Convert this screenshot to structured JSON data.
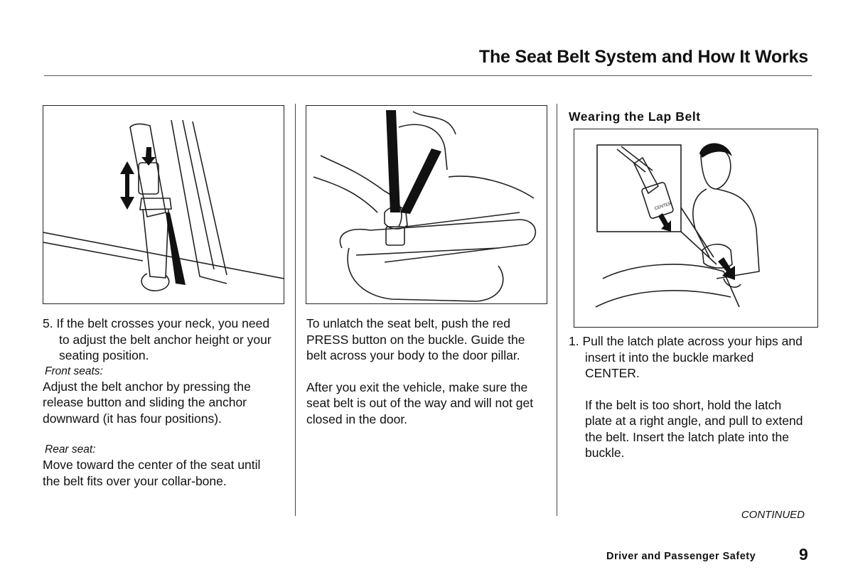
{
  "header": {
    "title": "The Seat Belt System and How It Works"
  },
  "col1": {
    "step": "5. If the belt crosses your neck, you need to adjust the belt anchor height or your seating position.",
    "front_label": "Front seats:",
    "front_text": "Adjust the belt anchor by pressing the release button and sliding the anchor downward (it has four positions).",
    "rear_label": "Rear seat:",
    "rear_text": "Move toward the center of the seat until the belt fits over your collar-bone."
  },
  "col2": {
    "p1": "To unlatch the seat belt, push the red PRESS button on the buckle. Guide the belt across your body to the door pillar.",
    "p2": "After you exit the vehicle, make sure the seat belt is out of the way and will not get closed in the door."
  },
  "col3": {
    "heading": "Wearing the Lap Belt",
    "step": "1. Pull the latch plate across your hips and insert it into the buckle marked CENTER.",
    "p2": "If the belt is too short, hold the latch plate at a right angle, and pull to extend the belt. Insert the latch plate into the buckle.",
    "continued": "CONTINUED"
  },
  "footer": {
    "section": "Driver and Passenger Safety",
    "page": "9"
  },
  "illustrations": {
    "fig3_buckle_text": "CENTER"
  },
  "colors": {
    "ink": "#111111",
    "rule": "#555555"
  }
}
